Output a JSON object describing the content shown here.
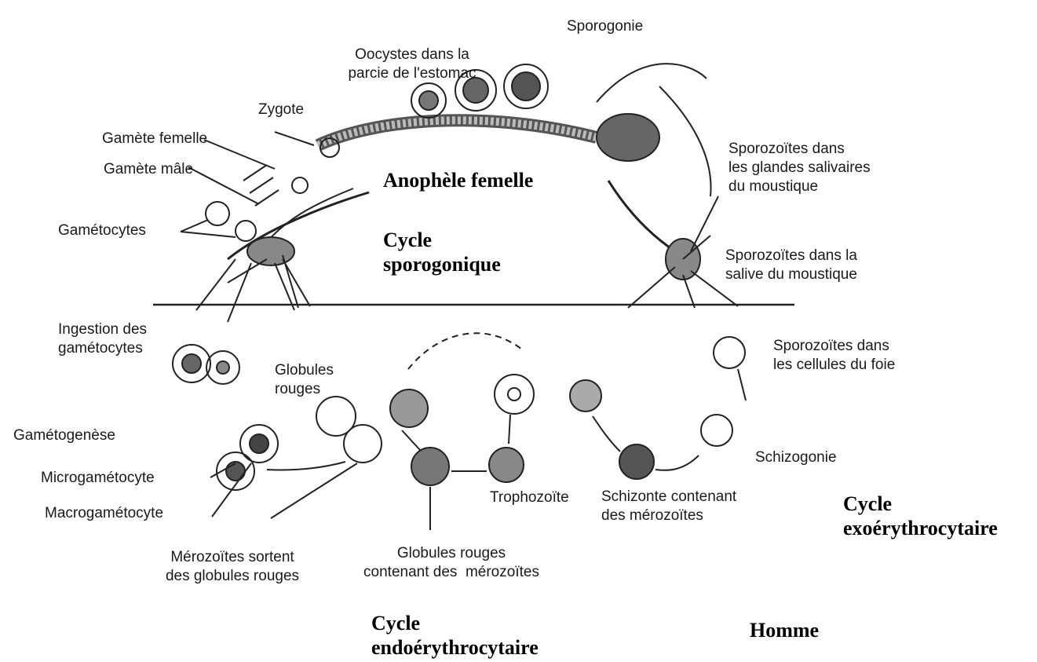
{
  "labels": {
    "sporogonie": "Sporogonie",
    "oocystes": "Oocystes dans la\nparcie de l'estomac",
    "zygote": "Zygote",
    "gamete_femelle": "Gamète femelle",
    "gamete_male": "Gamète mâle",
    "gametocytes": "Gamétocytes",
    "sporozoites_glandes": "Sporozoïtes dans\nles glandes salivaires\ndu moustique",
    "sporozoites_salive": "Sporozoïtes dans la\nsalive du moustique",
    "ingestion": "Ingestion des\ngamétocytes",
    "globules_rouges": "Globules\nrouges",
    "gametogenese": "Gamétogenèse",
    "microgametocyte": "Microgamétocyte",
    "macrogametocyte": "Macrogamétocyte",
    "merozoites_sortent": "Mérozoïtes sortent\ndes globules rouges",
    "globules_merozoites": "Globules rouges\ncontenant des  mérozoïtes",
    "trophozoite": "Trophozoïte",
    "schizonte": "Schizonte contenant\ndes mérozoïtes",
    "schizogonie": "Schizogonie",
    "sporozoites_foie": "Sporozoïtes dans\nles cellules du foie"
  },
  "headings": {
    "anophele": "Anophèle femelle",
    "cycle_sporogonique": "Cycle\nsporogonique",
    "cycle_exo": "Cycle\nexoérythrocytaire",
    "cycle_endo": "Cycle\nendoérythrocytaire",
    "homme": "Homme"
  }
}
